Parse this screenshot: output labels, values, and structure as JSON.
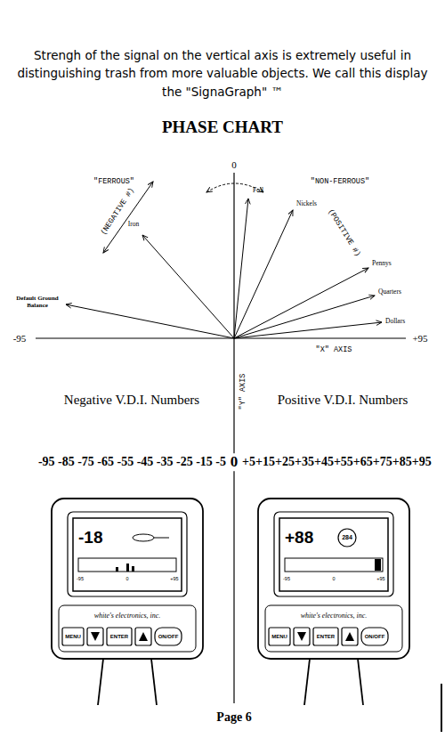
{
  "diagram": {
    "title": "PHASE CHART",
    "labels": [
      "Strengh of the signal on the vertical axis is extremely useful in distinguishing trash from more valuable objects.  We call this display the \"SignaGraph\" ™",
      "0",
      "\"FERROUS\"",
      "\"NON-FERROUS\"",
      "(NEGATIVE #)",
      "(POSITIVE #)",
      "Foil",
      "Nickels",
      "Iron",
      "Pennys",
      "Quarters",
      "Default Ground Balance",
      "Dollars",
      "-95",
      "+95",
      "\"X\" AXIS",
      "\"Y\" AXIS",
      "Negative V.D.I. Numbers",
      "Positive V.D.I. Numbers",
      "-95 -85 -75 -65 -55 -45 -35 -25 -15 -5",
      "0",
      "+5+15+25+35+45+55+65+75+85+95",
      "-18",
      "-95",
      "0",
      "+95",
      "white's electronics, inc.",
      "MENU",
      "ENTER",
      "ON/OFF",
      "+88",
      "284",
      "-95",
      "0",
      "+95",
      "white's electronics, inc.",
      "MENU",
      "ENTER",
      "ON/OFF",
      "Page 6"
    ]
  }
}
